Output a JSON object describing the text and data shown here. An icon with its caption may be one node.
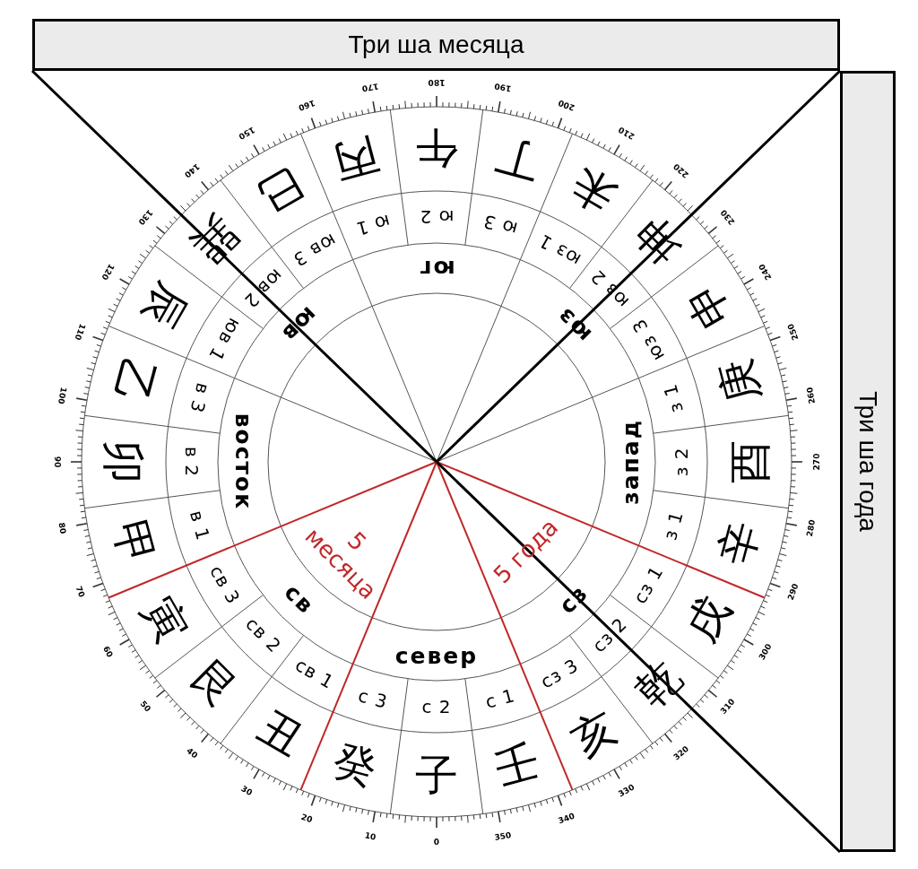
{
  "diagram": {
    "nodes": [
      {
        "text": [
          "Три ша месяца"
        ]
      },
      {
        "text": [
          "Три ша года"
        ]
      },
      {
        "text": [
          "север"
        ]
      },
      {
        "text": [
          "св"
        ]
      },
      {
        "text": [
          "восток"
        ]
      },
      {
        "text": [
          "юв"
        ]
      },
      {
        "text": [
          "юг"
        ]
      },
      {
        "text": [
          "юз"
        ]
      },
      {
        "text": [
          "запад"
        ]
      },
      {
        "text": [
          "сз"
        ]
      },
      {
        "text": [
          "с 2"
        ]
      },
      {
        "text": [
          "с 3"
        ]
      },
      {
        "text": [
          "св 1"
        ]
      },
      {
        "text": [
          "св 2"
        ]
      },
      {
        "text": [
          "св 3"
        ]
      },
      {
        "text": [
          "в 1"
        ]
      },
      {
        "text": [
          "в 2"
        ]
      },
      {
        "text": [
          "в 3"
        ]
      },
      {
        "text": [
          "юв 1"
        ]
      },
      {
        "text": [
          "юв 2"
        ]
      },
      {
        "text": [
          "юв 3"
        ]
      },
      {
        "text": [
          "ю 1"
        ]
      },
      {
        "text": [
          "ю 2"
        ]
      },
      {
        "text": [
          "ю 3"
        ]
      },
      {
        "text": [
          "юз 1"
        ]
      },
      {
        "text": [
          "юз 2"
        ]
      },
      {
        "text": [
          "юз 3"
        ]
      },
      {
        "text": [
          "з 1"
        ]
      },
      {
        "text": [
          "з 2"
        ]
      },
      {
        "text": [
          "з 1"
        ]
      },
      {
        "text": [
          "сз 1"
        ]
      },
      {
        "text": [
          "сз 2"
        ]
      },
      {
        "text": [
          "сз 3"
        ]
      },
      {
        "text": [
          "с 1"
        ]
      },
      {
        "text": [
          "子"
        ]
      },
      {
        "text": [
          "癸"
        ]
      },
      {
        "text": [
          "丑"
        ]
      },
      {
        "text": [
          "艮"
        ]
      },
      {
        "text": [
          "寅"
        ]
      },
      {
        "text": [
          "甲"
        ]
      },
      {
        "text": [
          "卯"
        ]
      },
      {
        "text": [
          "乙"
        ]
      },
      {
        "text": [
          "辰"
        ]
      },
      {
        "text": [
          "巽"
        ]
      },
      {
        "text": [
          "巳"
        ]
      },
      {
        "text": [
          "丙"
        ]
      },
      {
        "text": [
          "午"
        ]
      },
      {
        "text": [
          "丁"
        ]
      },
      {
        "text": [
          "未"
        ]
      },
      {
        "text": [
          "坤"
        ]
      },
      {
        "text": [
          "申"
        ]
      },
      {
        "text": [
          "庚"
        ]
      },
      {
        "text": [
          "酉"
        ]
      },
      {
        "text": [
          "辛"
        ]
      },
      {
        "text": [
          "戌"
        ]
      },
      {
        "text": [
          "乾"
        ]
      },
      {
        "text": [
          "亥"
        ]
      },
      {
        "text": [
          "壬"
        ]
      }
    ],
    "edges": [
      {
        "from": 0,
        "to": null,
        "arrow": "none"
      },
      {
        "from": 0,
        "to": null,
        "arrow": "none"
      },
      {
        "from": 1,
        "to": null,
        "arrow": "none"
      },
      {
        "from": 1,
        "to": null,
        "arrow": "none"
      }
    ],
    "labels": [
      "5 месяца",
      "5 года",
      "0",
      "10",
      "20",
      "30",
      "40",
      "50",
      "60",
      "70",
      "80",
      "90",
      "100",
      "110",
      "120",
      "130",
      "140",
      "150",
      "160",
      "170",
      "180",
      "190",
      "200",
      "210",
      "220",
      "230",
      "240",
      "250",
      "260",
      "270",
      "280",
      "290",
      "300",
      "310",
      "320",
      "330",
      "340",
      "350"
    ]
  }
}
